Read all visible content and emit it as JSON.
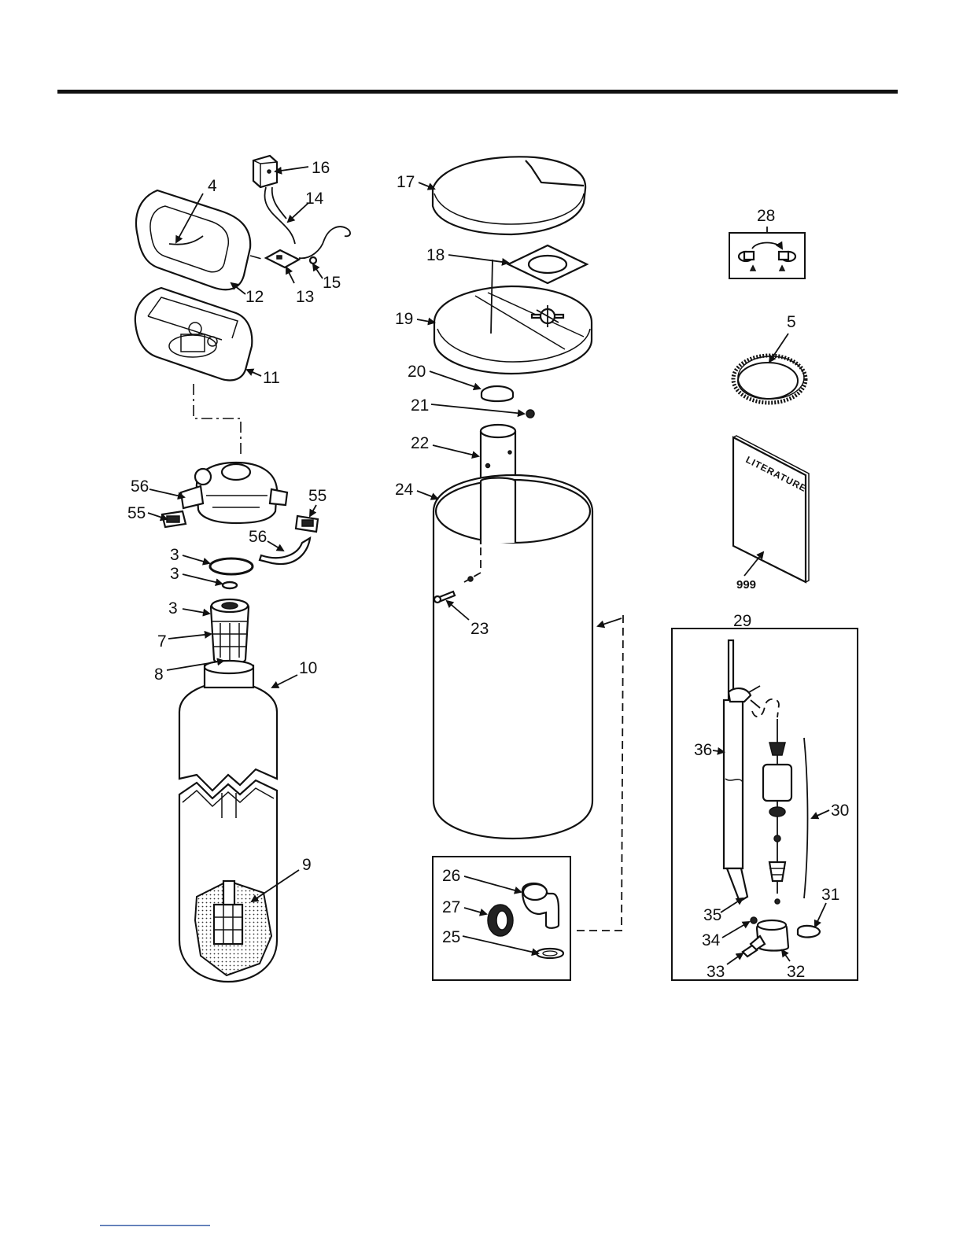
{
  "labels": {
    "p4": "4",
    "p16": "16",
    "p14": "14",
    "p12": "12",
    "p13": "13",
    "p15": "15",
    "p11": "11",
    "p56a": "56",
    "p55a": "55",
    "p55b": "55",
    "p56b": "56",
    "p3a": "3",
    "p3b": "3",
    "p3c": "3",
    "p7": "7",
    "p8": "8",
    "p10": "10",
    "p9": "9",
    "p17": "17",
    "p18": "18",
    "p19": "19",
    "p20": "20",
    "p21": "21",
    "p22": "22",
    "p24": "24",
    "p23": "23",
    "p26": "26",
    "p27": "27",
    "p25": "25",
    "p28": "28",
    "p5": "5",
    "p999": "999",
    "p29": "29",
    "p36": "36",
    "p30": "30",
    "p35": "35",
    "p31": "31",
    "p34": "34",
    "p33": "33",
    "p32": "32"
  },
  "literature_text": "LITERATURE"
}
